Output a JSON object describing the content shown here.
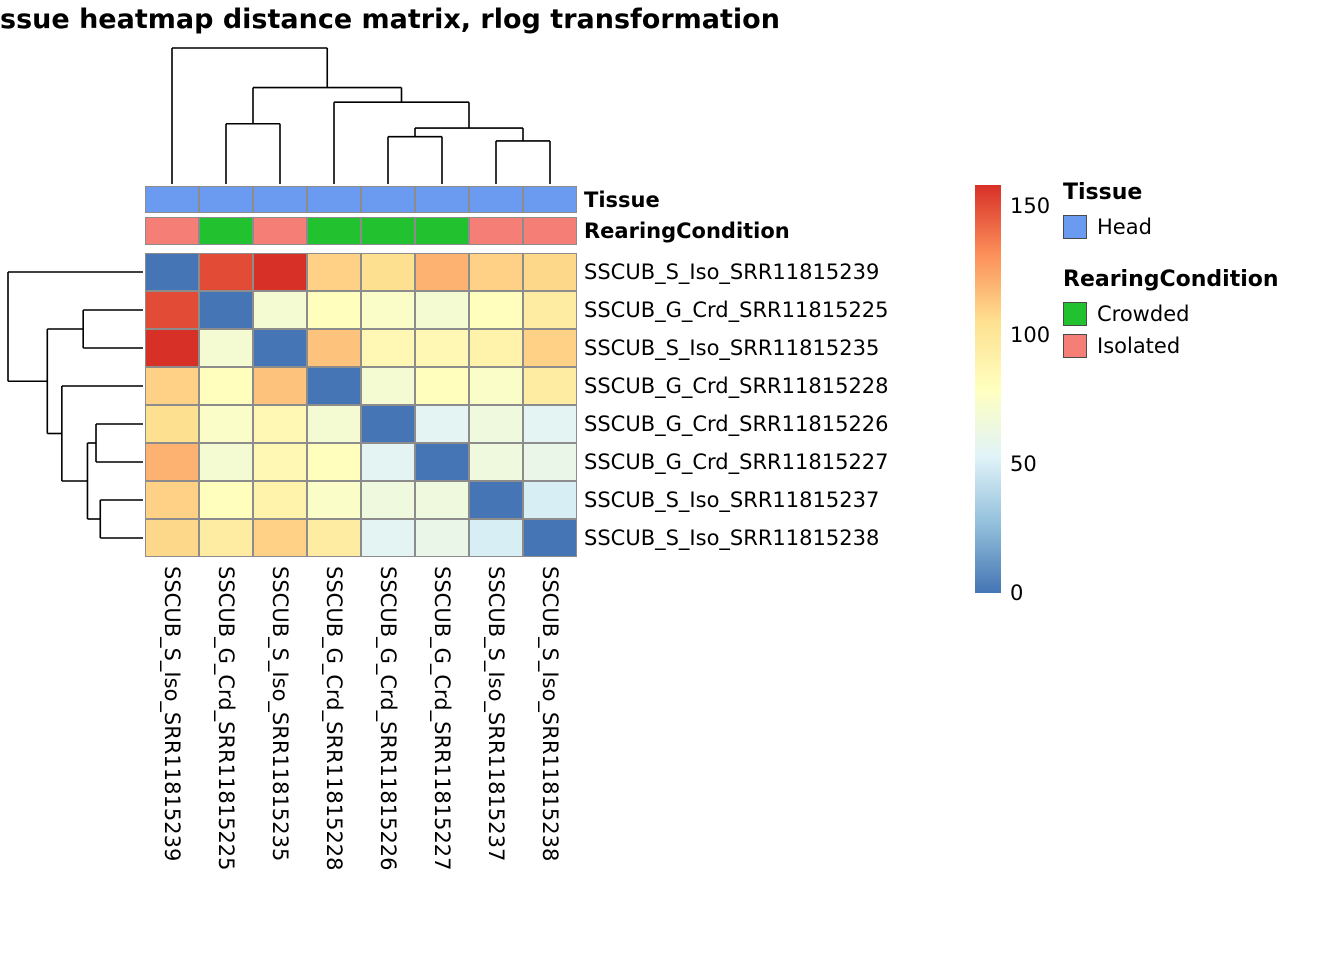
{
  "chart_data": {
    "type": "heatmap",
    "title": "ssue heatmap distance matrix, rlog transformation",
    "row_labels": [
      "SSCUB_S_Iso_SRR11815239",
      "SSCUB_G_Crd_SRR11815225",
      "SSCUB_S_Iso_SRR11815235",
      "SSCUB_G_Crd_SRR11815228",
      "SSCUB_G_Crd_SRR11815226",
      "SSCUB_G_Crd_SRR11815227",
      "SSCUB_S_Iso_SRR11815237",
      "SSCUB_S_Iso_SRR11815238"
    ],
    "col_labels": [
      "SSCUB_S_Iso_SRR11815239",
      "SSCUB_G_Crd_SRR11815225",
      "SSCUB_S_Iso_SRR11815235",
      "SSCUB_G_Crd_SRR11815228",
      "SSCUB_G_Crd_SRR11815226",
      "SSCUB_G_Crd_SRR11815227",
      "SSCUB_S_Iso_SRR11815237",
      "SSCUB_S_Iso_SRR11815238"
    ],
    "matrix": [
      [
        0,
        150,
        158,
        110,
        105,
        120,
        110,
        108
      ],
      [
        150,
        0,
        70,
        80,
        75,
        70,
        80,
        95
      ],
      [
        158,
        70,
        0,
        115,
        85,
        85,
        90,
        110
      ],
      [
        110,
        80,
        115,
        0,
        70,
        80,
        75,
        95
      ],
      [
        105,
        75,
        85,
        70,
        0,
        55,
        65,
        55
      ],
      [
        120,
        70,
        85,
        80,
        55,
        0,
        65,
        60
      ],
      [
        110,
        80,
        90,
        75,
        65,
        65,
        0,
        50
      ],
      [
        108,
        95,
        110,
        95,
        55,
        60,
        50,
        0
      ]
    ],
    "color_scale": {
      "min": 0,
      "max": 158,
      "palette": [
        "#4575B4",
        "#91BFDB",
        "#E0F3F8",
        "#FFFFBF",
        "#FEE090",
        "#FC8D59",
        "#D73027"
      ],
      "ticks": [
        {
          "value": 150,
          "label": "150"
        },
        {
          "value": 100,
          "label": "100"
        },
        {
          "value": 50,
          "label": "50"
        },
        {
          "value": 0,
          "label": "0"
        }
      ]
    },
    "annotation_tracks": [
      {
        "label": "Tissue",
        "values": [
          "Head",
          "Head",
          "Head",
          "Head",
          "Head",
          "Head",
          "Head",
          "Head"
        ]
      },
      {
        "label": "RearingCondition",
        "values": [
          "Isolated",
          "Crowded",
          "Isolated",
          "Crowded",
          "Crowded",
          "Crowded",
          "Isolated",
          "Isolated"
        ]
      }
    ],
    "annotation_colors": {
      "Head": "#6B9BF0",
      "Crowded": "#21C12F",
      "Isolated": "#F57F76"
    },
    "grid_border_color": "#8C8C8C",
    "legend": {
      "tissue": {
        "title": "Tissue",
        "items": [
          {
            "label": "Head",
            "key": "Head"
          }
        ]
      },
      "rearing": {
        "title": "RearingCondition",
        "items": [
          {
            "label": "Crowded",
            "key": "Crowded"
          },
          {
            "label": "Isolated",
            "key": "Isolated"
          }
        ]
      }
    },
    "dendrogram_tree": {
      "height": 158,
      "children": [
        0,
        {
          "height": 112,
          "children": [
            {
              "height": 70,
              "children": [
                1,
                2
              ]
            },
            {
              "height": 95,
              "children": [
                3,
                {
                  "height": 65,
                  "children": [
                    {
                      "height": 55,
                      "children": [
                        4,
                        5
                      ]
                    },
                    {
                      "height": 50,
                      "children": [
                        6,
                        7
                      ]
                    }
                  ]
                }
              ]
            }
          ]
        }
      ]
    }
  }
}
